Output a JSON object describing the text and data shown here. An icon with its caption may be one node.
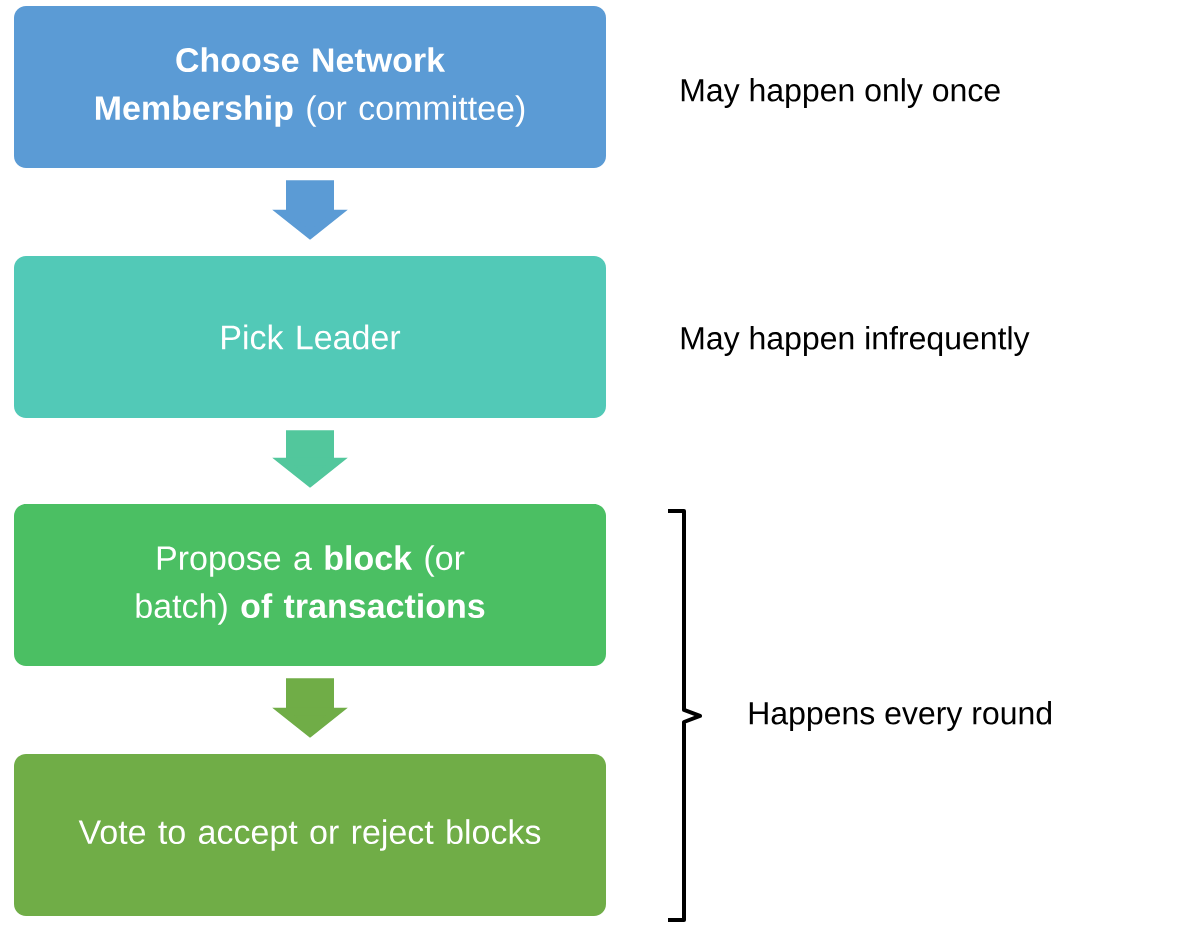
{
  "diagram": {
    "nodes": [
      {
        "text": [
          "**Choose Network Membership** (or committee)"
        ],
        "beside": [
          "May happen only once"
        ]
      },
      {
        "text": [
          "Pick Leader"
        ],
        "beside": [
          "May happen infrequently"
        ]
      },
      {
        "text": [
          "Propose a **block** (or batch) **of transactions**"
        ]
      },
      {
        "text": [
          "Vote to accept or reject blocks"
        ]
      }
    ],
    "edges": [
      {
        "from": 0,
        "to": 1,
        "arrow": "to",
        "color": "#5b9bd5"
      },
      {
        "from": 1,
        "to": 2,
        "arrow": "to",
        "color": "#52c79c"
      },
      {
        "from": 2,
        "to": 3,
        "arrow": "to",
        "color": "#70ad47"
      }
    ],
    "labels": [
      "Happens every round"
    ]
  }
}
